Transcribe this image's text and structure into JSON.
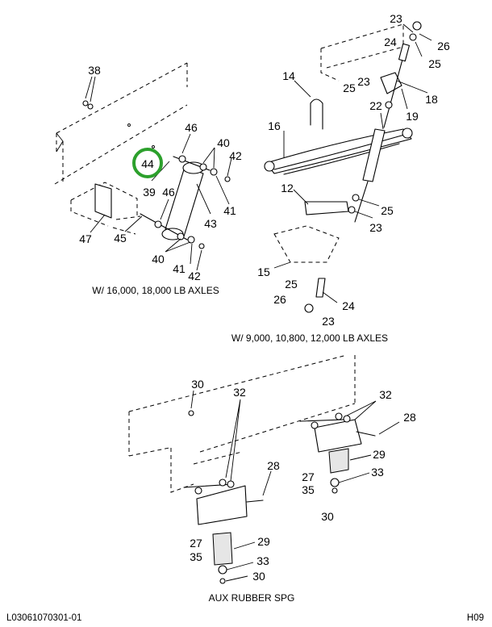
{
  "captions": {
    "top_left": "W/ 16,000, 18,000 LB AXLES",
    "top_right": "W/ 9,000, 10,800, 12,000 LB AXLES",
    "bottom": "AUX RUBBER SPG"
  },
  "footer": {
    "ref_code": "L03061070301-01",
    "sheet": "H09"
  },
  "highlight": {
    "part": "44",
    "color": "#2ca02c"
  },
  "callouts": {
    "tl": [
      "38",
      "46",
      "40",
      "42",
      "44",
      "39",
      "43",
      "41",
      "47",
      "45",
      "46",
      "40",
      "41",
      "42"
    ],
    "tr": [
      "23",
      "24",
      "26",
      "25",
      "14",
      "23",
      "18",
      "25",
      "16",
      "19",
      "22",
      "12",
      "25",
      "23",
      "15",
      "25",
      "26",
      "24",
      "23"
    ],
    "b": [
      "30",
      "32",
      "32",
      "28",
      "29",
      "33",
      "27",
      "35",
      "30",
      "28",
      "29",
      "27",
      "35",
      "33",
      "30"
    ]
  }
}
